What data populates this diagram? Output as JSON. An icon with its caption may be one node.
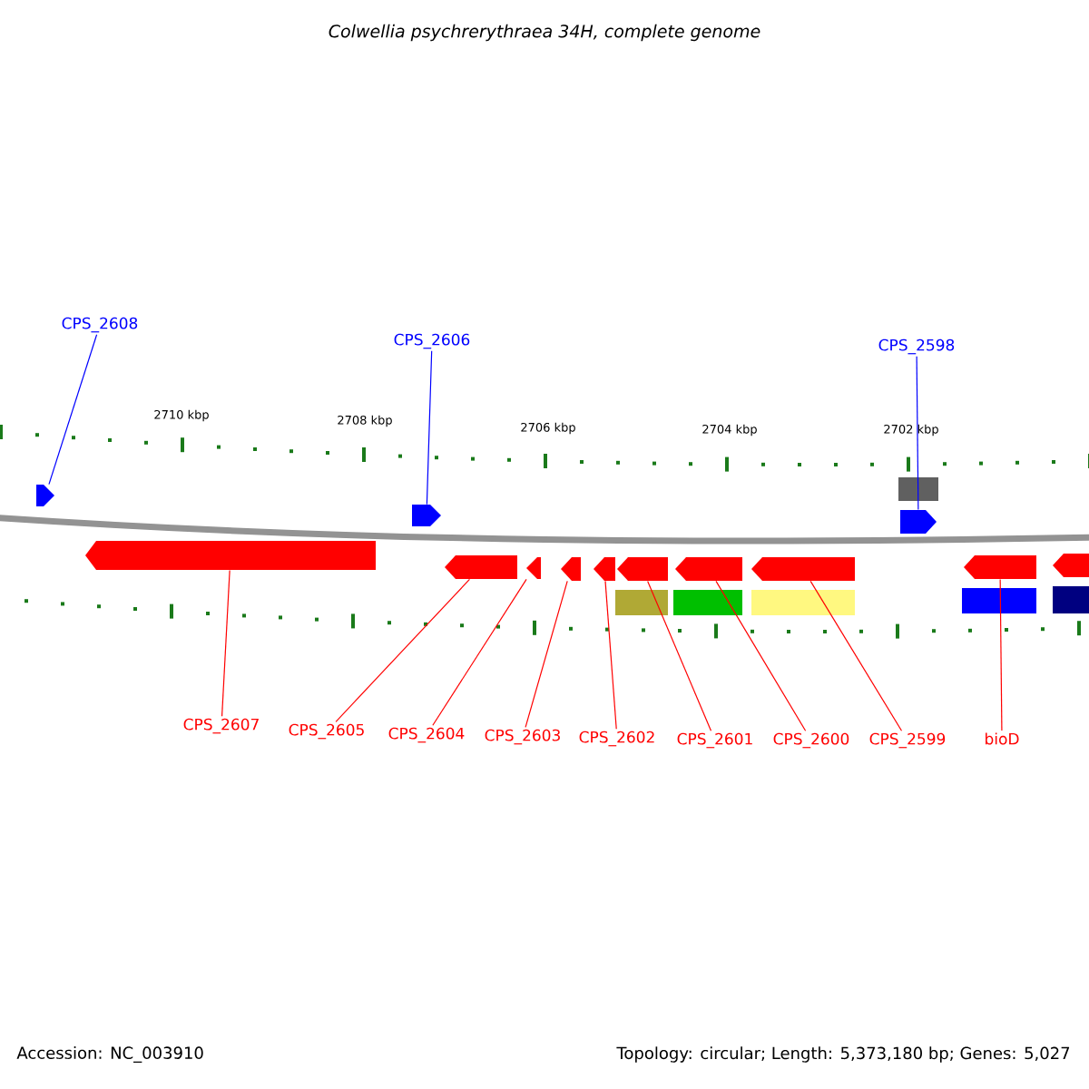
{
  "diagram": {
    "title": "Colwellia psychrerythraea 34H, complete genome",
    "nodes": [
      {
        "text": [
          "CPS_2608"
        ]
      },
      {
        "text": [
          "CPS_2606"
        ]
      },
      {
        "text": [
          "CPS_2598"
        ]
      },
      {
        "text": [],
        "shape": "pentagon"
      },
      {
        "text": [],
        "shape": "pentagon"
      },
      {
        "text": [],
        "shape": "pentagon"
      },
      {
        "text": [],
        "shape": "pentagon"
      },
      {
        "text": [],
        "shape": "pentagon"
      },
      {
        "text": [],
        "shape": "pentagon"
      },
      {
        "text": [],
        "shape": "pentagon"
      },
      {
        "text": [],
        "shape": "pentagon"
      },
      {
        "text": [],
        "shape": "pentagon"
      },
      {
        "text": [],
        "shape": "pentagon"
      },
      {
        "text": [],
        "shape": "pentagon"
      },
      {
        "text": [],
        "shape": "pentagon"
      },
      {
        "text": [],
        "shape": "pentagon"
      },
      {
        "text": [
          "CPS_2607"
        ]
      },
      {
        "text": [
          "CPS_2605"
        ]
      },
      {
        "text": [
          "CPS_2604"
        ]
      },
      {
        "text": [
          "CPS_2603"
        ]
      },
      {
        "text": [
          "CPS_2602"
        ]
      },
      {
        "text": [
          "CPS_2601"
        ]
      },
      {
        "text": [
          "CPS_2600"
        ]
      },
      {
        "text": [
          "CPS_2599"
        ]
      },
      {
        "text": [
          "bioD"
        ]
      }
    ],
    "edges": [
      {
        "from": 0,
        "to": 3,
        "arrow": "none",
        "color": "#0000ff"
      },
      {
        "from": 1,
        "to": 4,
        "arrow": "none",
        "color": "#0000ff"
      },
      {
        "from": 2,
        "to": 5,
        "arrow": "none",
        "color": "#0000ff"
      },
      {
        "from": 16,
        "to": 6,
        "arrow": "none"
      },
      {
        "from": 17,
        "to": 7,
        "arrow": "none"
      },
      {
        "from": 18,
        "to": 8,
        "arrow": "none"
      },
      {
        "from": 19,
        "to": 9,
        "arrow": "none"
      },
      {
        "from": 20,
        "to": 10,
        "arrow": "none"
      },
      {
        "from": 21,
        "to": 11,
        "arrow": "none"
      },
      {
        "from": 22,
        "to": 12,
        "arrow": "none"
      },
      {
        "from": 23,
        "to": 13,
        "arrow": "none"
      },
      {
        "from": 24,
        "to": 14,
        "arrow": "none"
      }
    ],
    "labels": [
      "2710 kbp",
      "2708 kbp",
      "2706 kbp",
      "2704 kbp",
      "2702 kbp",
      "Accession: NC_003910",
      "Topology: circular; Length: 5,373,180 bp; Genes: 5,027"
    ]
  }
}
